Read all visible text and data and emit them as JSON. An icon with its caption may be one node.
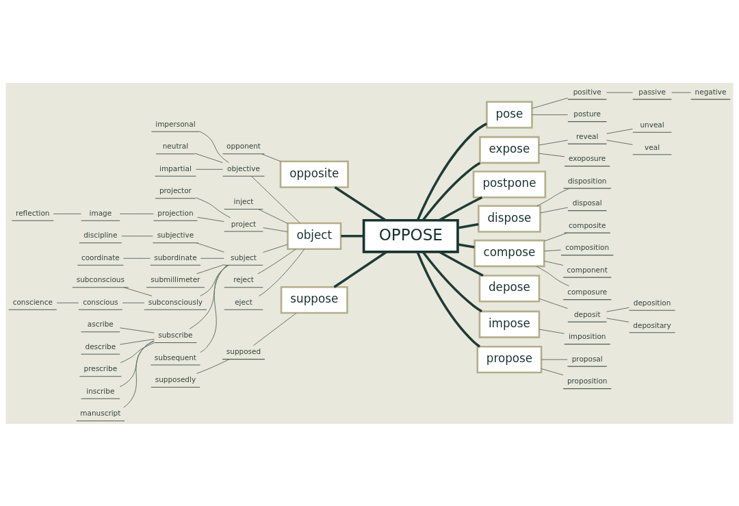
{
  "diagram": {
    "nodes": [
      {
        "text": [
          "OPPOSE"
        ]
      },
      {
        "text": [
          "opposite"
        ]
      },
      {
        "text": [
          "opponent"
        ]
      },
      {
        "text": [
          "object"
        ]
      },
      {
        "text": [
          "objective"
        ]
      },
      {
        "text": [
          "impersonal"
        ]
      },
      {
        "text": [
          "neutral"
        ]
      },
      {
        "text": [
          "impartial"
        ]
      },
      {
        "text": [
          "inject"
        ]
      },
      {
        "text": [
          "project"
        ]
      },
      {
        "text": [
          "projector"
        ]
      },
      {
        "text": [
          "projection"
        ]
      },
      {
        "text": [
          "image"
        ]
      },
      {
        "text": [
          "reflection"
        ]
      },
      {
        "text": [
          "subject"
        ]
      },
      {
        "text": [
          "subjective"
        ]
      },
      {
        "text": [
          "discipline"
        ]
      },
      {
        "text": [
          "subordinate"
        ]
      },
      {
        "text": [
          "coordinate"
        ]
      },
      {
        "text": [
          "submillimeter"
        ]
      },
      {
        "text": [
          "subconsciously"
        ]
      },
      {
        "text": [
          "subconscious"
        ]
      },
      {
        "text": [
          "conscious"
        ]
      },
      {
        "text": [
          "conscience"
        ]
      },
      {
        "text": [
          "subscribe"
        ]
      },
      {
        "text": [
          "ascribe"
        ]
      },
      {
        "text": [
          "describe"
        ]
      },
      {
        "text": [
          "prescribe"
        ]
      },
      {
        "text": [
          "inscribe"
        ]
      },
      {
        "text": [
          "manuscript"
        ]
      },
      {
        "text": [
          "subsequent"
        ]
      },
      {
        "text": [
          "reject"
        ]
      },
      {
        "text": [
          "eject"
        ]
      },
      {
        "text": [
          "suppose"
        ]
      },
      {
        "text": [
          "supposed"
        ]
      },
      {
        "text": [
          "supposedly"
        ]
      },
      {
        "text": [
          "pose"
        ]
      },
      {
        "text": [
          "positive"
        ]
      },
      {
        "text": [
          "passive"
        ]
      },
      {
        "text": [
          "negative"
        ]
      },
      {
        "text": [
          "posture"
        ]
      },
      {
        "text": [
          "expose"
        ]
      },
      {
        "text": [
          "reveal"
        ]
      },
      {
        "text": [
          "unveal"
        ]
      },
      {
        "text": [
          "veal"
        ]
      },
      {
        "text": [
          "exoposure"
        ]
      },
      {
        "text": [
          "postpone"
        ]
      },
      {
        "text": [
          "dispose"
        ]
      },
      {
        "text": [
          "disposition"
        ]
      },
      {
        "text": [
          "disposal"
        ]
      },
      {
        "text": [
          "compose"
        ]
      },
      {
        "text": [
          "composite"
        ]
      },
      {
        "text": [
          "composition"
        ]
      },
      {
        "text": [
          "component"
        ]
      },
      {
        "text": [
          "composure"
        ]
      },
      {
        "text": [
          "depose"
        ]
      },
      {
        "text": [
          "deposit"
        ]
      },
      {
        "text": [
          "deposition"
        ]
      },
      {
        "text": [
          "depositary"
        ]
      },
      {
        "text": [
          "impose"
        ]
      },
      {
        "text": [
          "imposition"
        ]
      },
      {
        "text": [
          "propose"
        ]
      },
      {
        "text": [
          "proposal"
        ]
      },
      {
        "text": [
          "proposition"
        ]
      }
    ],
    "edges": [
      {
        "from": 1,
        "to": 0,
        "arrow": "none",
        "style": "thick",
        "color": "#1d3b36"
      },
      {
        "from": 2,
        "to": 1,
        "arrow": "none"
      },
      {
        "from": 3,
        "to": 0,
        "arrow": "none",
        "style": "thick",
        "color": "#1d3b36"
      },
      {
        "from": 4,
        "to": 3,
        "arrow": "none"
      },
      {
        "from": 5,
        "to": 4,
        "arrow": "none"
      },
      {
        "from": 6,
        "to": 4,
        "arrow": "none"
      },
      {
        "from": 7,
        "to": 4,
        "arrow": "none"
      },
      {
        "from": 8,
        "to": 3,
        "arrow": "none"
      },
      {
        "from": 9,
        "to": 3,
        "arrow": "none"
      },
      {
        "from": 10,
        "to": 9,
        "arrow": "none"
      },
      {
        "from": 11,
        "to": 9,
        "arrow": "none"
      },
      {
        "from": 12,
        "to": 11,
        "arrow": "none"
      },
      {
        "from": 13,
        "to": 12,
        "arrow": "none"
      },
      {
        "from": 14,
        "to": 3,
        "arrow": "none"
      },
      {
        "from": 15,
        "to": 14,
        "arrow": "none"
      },
      {
        "from": 16,
        "to": 15,
        "arrow": "none"
      },
      {
        "from": 17,
        "to": 14,
        "arrow": "none"
      },
      {
        "from": 18,
        "to": 17,
        "arrow": "none"
      },
      {
        "from": 19,
        "to": 14,
        "arrow": "none"
      },
      {
        "from": 20,
        "to": 14,
        "arrow": "none"
      },
      {
        "from": 21,
        "to": 20,
        "arrow": "none"
      },
      {
        "from": 22,
        "to": 20,
        "arrow": "none"
      },
      {
        "from": 23,
        "to": 22,
        "arrow": "none"
      },
      {
        "from": 24,
        "to": 14,
        "arrow": "none"
      },
      {
        "from": 25,
        "to": 24,
        "arrow": "none"
      },
      {
        "from": 26,
        "to": 24,
        "arrow": "none"
      },
      {
        "from": 27,
        "to": 24,
        "arrow": "none"
      },
      {
        "from": 28,
        "to": 24,
        "arrow": "none"
      },
      {
        "from": 29,
        "to": 24,
        "arrow": "none"
      },
      {
        "from": 30,
        "to": 14,
        "arrow": "none"
      },
      {
        "from": 31,
        "to": 3,
        "arrow": "none"
      },
      {
        "from": 32,
        "to": 3,
        "arrow": "none"
      },
      {
        "from": 33,
        "to": 0,
        "arrow": "none",
        "style": "thick",
        "color": "#1d3b36"
      },
      {
        "from": 34,
        "to": 33,
        "arrow": "none"
      },
      {
        "from": 35,
        "to": 34,
        "arrow": "none"
      },
      {
        "from": 0,
        "to": 36,
        "arrow": "none",
        "style": "thick",
        "color": "#1d3b36"
      },
      {
        "from": 36,
        "to": 37,
        "arrow": "none"
      },
      {
        "from": 37,
        "to": 38,
        "arrow": "none"
      },
      {
        "from": 38,
        "to": 39,
        "arrow": "none"
      },
      {
        "from": 36,
        "to": 40,
        "arrow": "none"
      },
      {
        "from": 0,
        "to": 41,
        "arrow": "none",
        "style": "thick",
        "color": "#1d3b36"
      },
      {
        "from": 41,
        "to": 42,
        "arrow": "none"
      },
      {
        "from": 42,
        "to": 43,
        "arrow": "none"
      },
      {
        "from": 42,
        "to": 44,
        "arrow": "none"
      },
      {
        "from": 41,
        "to": 45,
        "arrow": "none"
      },
      {
        "from": 0,
        "to": 46,
        "arrow": "none",
        "style": "thick",
        "color": "#1d3b36"
      },
      {
        "from": 0,
        "to": 47,
        "arrow": "none",
        "style": "thick",
        "color": "#1d3b36"
      },
      {
        "from": 47,
        "to": 48,
        "arrow": "none"
      },
      {
        "from": 47,
        "to": 49,
        "arrow": "none"
      },
      {
        "from": 0,
        "to": 50,
        "arrow": "none",
        "style": "thick",
        "color": "#1d3b36"
      },
      {
        "from": 50,
        "to": 51,
        "arrow": "none"
      },
      {
        "from": 50,
        "to": 52,
        "arrow": "none"
      },
      {
        "from": 50,
        "to": 53,
        "arrow": "none"
      },
      {
        "from": 50,
        "to": 54,
        "arrow": "none"
      },
      {
        "from": 0,
        "to": 55,
        "arrow": "none",
        "style": "thick",
        "color": "#1d3b36"
      },
      {
        "from": 55,
        "to": 56,
        "arrow": "none"
      },
      {
        "from": 56,
        "to": 57,
        "arrow": "none"
      },
      {
        "from": 56,
        "to": 58,
        "arrow": "none"
      },
      {
        "from": 0,
        "to": 59,
        "arrow": "none",
        "style": "thick",
        "color": "#1d3b36"
      },
      {
        "from": 59,
        "to": 60,
        "arrow": "none"
      },
      {
        "from": 0,
        "to": 61,
        "arrow": "none",
        "style": "thick",
        "color": "#1d3b36"
      },
      {
        "from": 61,
        "to": 62,
        "arrow": "none"
      },
      {
        "from": 61,
        "to": 63,
        "arrow": "none"
      }
    ]
  }
}
